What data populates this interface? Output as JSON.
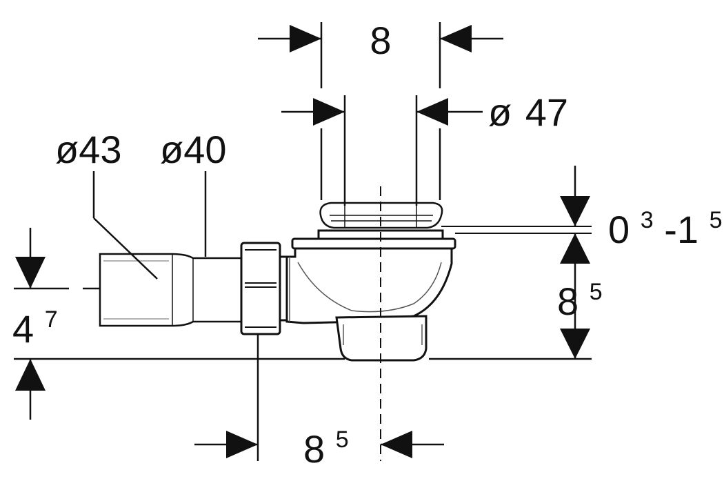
{
  "labels": {
    "top_width": "8",
    "flange_diameter_prefix": "ø",
    "flange_diameter_value": "47",
    "pipe_outer": "ø43",
    "pipe_inner": "ø40",
    "seal_range": {
      "base1": "0",
      "sup1": "3",
      "dash": "-1",
      "sup2": "5"
    },
    "right_height": {
      "base": "8",
      "sup": "5"
    },
    "left_height": {
      "base": "4",
      "sup": "7"
    },
    "bottom_width": {
      "base": "8",
      "sup": "5"
    }
  }
}
